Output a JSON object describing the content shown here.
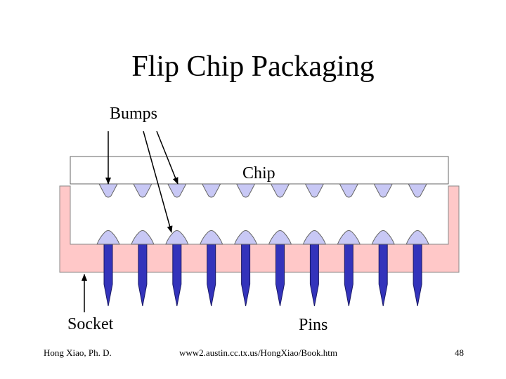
{
  "title": "Flip Chip Packaging",
  "labels": {
    "bumps": "Bumps",
    "chip": "Chip",
    "socket": "Socket",
    "pins": "Pins"
  },
  "footer": {
    "author": "Hong Xiao, Ph. D.",
    "url": "www2.austin.cc.tx.us/HongXiao/Book.htm",
    "page_number": "48"
  },
  "colors": {
    "chip_fill": "#ffffff",
    "socket_fill": "#ffc8c8",
    "bump_fill": "#c8c8f5",
    "pin_fill": "#3333bb",
    "outline": "#666666",
    "arrow": "#000000"
  }
}
